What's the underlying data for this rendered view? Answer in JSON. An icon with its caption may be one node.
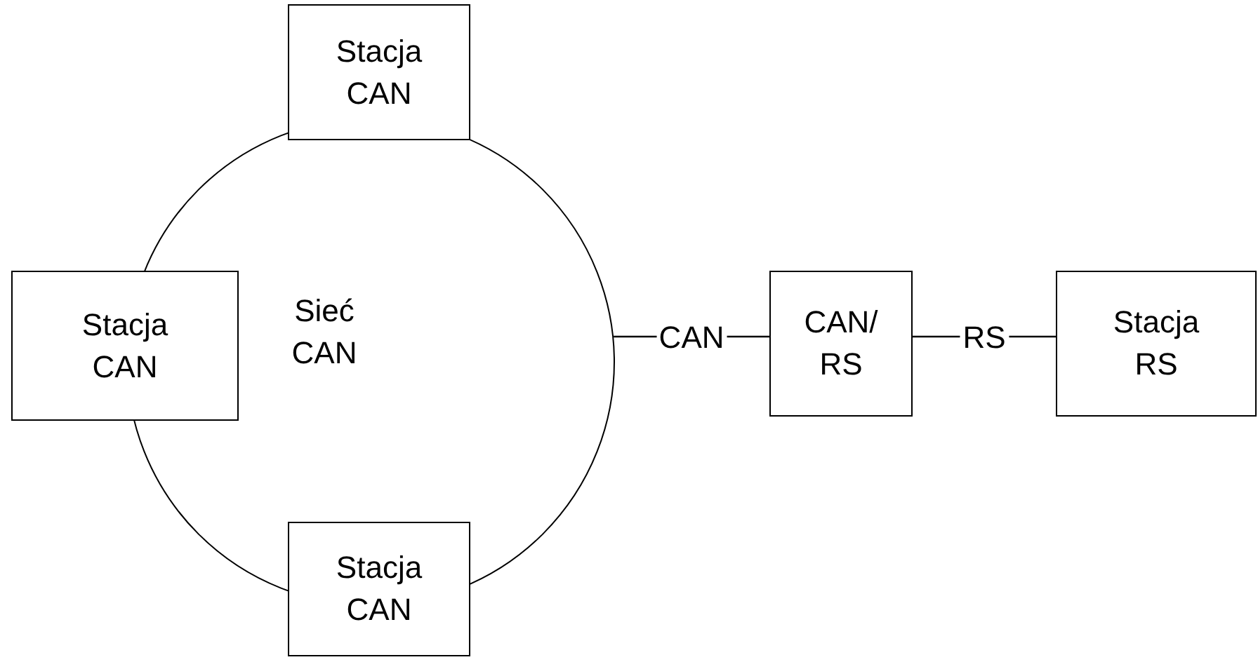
{
  "diagram": {
    "nodes": [
      {
        "text": [
          "Sieć CAN"
        ]
      },
      {
        "text": [
          "Stacja CAN"
        ]
      },
      {
        "text": [
          "Stacja CAN"
        ]
      },
      {
        "text": [
          "Stacja CAN"
        ]
      },
      {
        "text": [
          "CAN/ RS"
        ]
      },
      {
        "text": [
          "Stacja RS"
        ]
      }
    ],
    "edges": [
      {
        "from": 0,
        "to": 4,
        "arrow": "none",
        "label": "CAN"
      },
      {
        "from": 4,
        "to": 5,
        "arrow": "none",
        "label": "RS"
      }
    ]
  }
}
